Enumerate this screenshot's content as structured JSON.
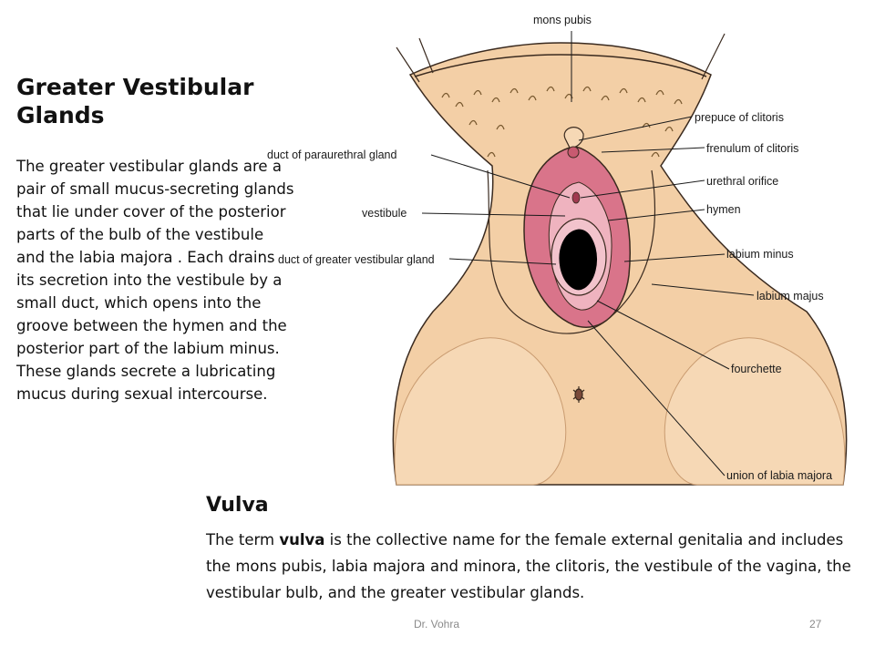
{
  "slide": {
    "greater_vestibular": {
      "title": "Greater Vestibular Glands",
      "body": "The greater vestibular glands are a pair of small mucus-secreting glands that lie under cover of the posterior parts of the bulb of the vestibule and the labia majora . Each drains its secretion into the vestibule by a small duct, which opens into the groove between the hymen and the posterior part of the labium minus. These glands secrete a lubricating mucus during sexual intercourse."
    },
    "vulva": {
      "title": "Vulva",
      "body_before": "The term ",
      "body_bold": "vulva",
      "body_after": " is the collective name for the female external genitalia and includes the mons pubis, labia majora and minora, the clitoris, the vestibule of the vagina, the vestibular bulb, and the greater vestibular glands."
    },
    "footer": {
      "author": "Dr. Vohra",
      "page": "27"
    }
  },
  "diagram": {
    "labels": {
      "mons_pubis": "mons pubis",
      "prepuce": "prepuce of clitoris",
      "frenulum": "frenulum of clitoris",
      "duct_paraurethral": "duct of paraurethral gland",
      "urethral_orifice": "urethral orifice",
      "vestibule": "vestibule",
      "hymen": "hymen",
      "duct_gvg": "duct of greater vestibular gland",
      "labium_minus": "labium minus",
      "labium_majus": "labium majus",
      "fourchette": "fourchette",
      "union_labia": "union of labia majora"
    },
    "colors": {
      "skin": "#f3cfa6",
      "skin_shade": "#e8b98a",
      "labia_pink": "#d9748a",
      "labia_light": "#efb3bf",
      "outline": "#3a2a1f"
    }
  }
}
